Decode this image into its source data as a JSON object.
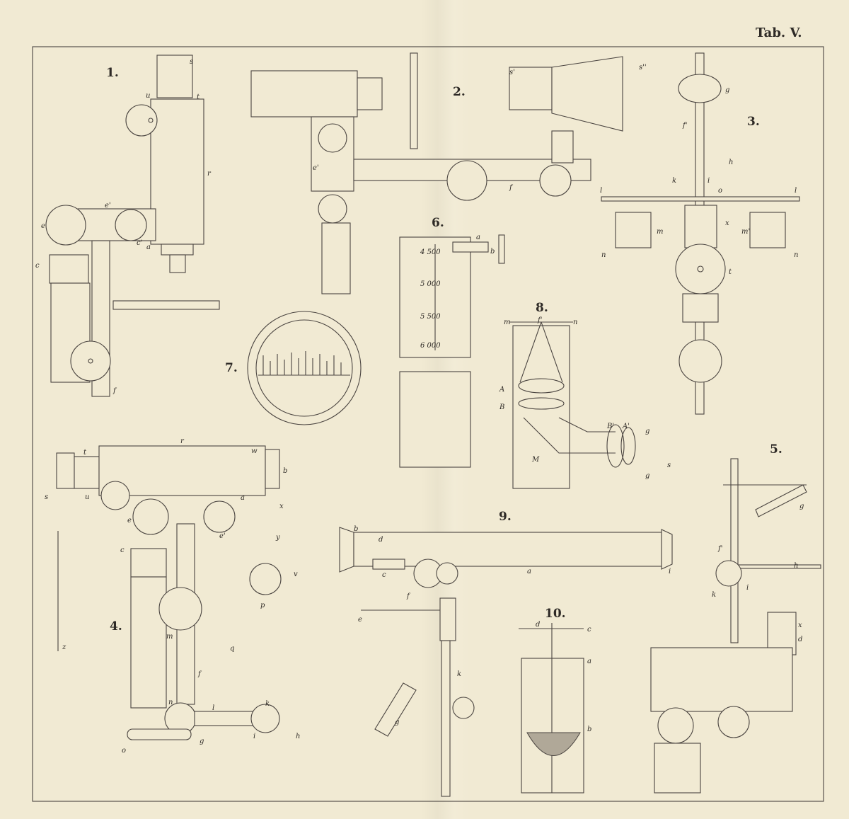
{
  "plate_title": "Tab. V.",
  "figures": [
    {
      "number": "1.",
      "labels": [
        "s",
        "u",
        "t",
        "r",
        "e",
        "e'",
        "c'",
        "a",
        "c",
        "f"
      ]
    },
    {
      "number": "2.",
      "labels": [
        "s'",
        "s''",
        "e'",
        "f"
      ]
    },
    {
      "number": "3.",
      "labels": [
        "g",
        "f'",
        "h",
        "k",
        "i",
        "o",
        "l",
        "l",
        "m",
        "m'",
        "x",
        "n",
        "n",
        "t"
      ]
    },
    {
      "number": "4.",
      "labels": [
        "t",
        "r",
        "w",
        "b",
        "s",
        "u",
        "a",
        "x",
        "e",
        "e'",
        "y",
        "c",
        "z",
        "v",
        "p",
        "q",
        "m",
        "f",
        "n",
        "l",
        "k",
        "i",
        "h",
        "g",
        "o"
      ]
    },
    {
      "number": "5.",
      "labels": [
        "g",
        "f'",
        "h",
        "k",
        "i",
        "x",
        "d"
      ]
    },
    {
      "number": "6.",
      "labels": [
        "a",
        "b"
      ],
      "scale": [
        "4 500",
        "5 000",
        "5 500",
        "6 000"
      ]
    },
    {
      "number": "7.",
      "labels": []
    },
    {
      "number": "8.",
      "labels": [
        "m",
        "f'",
        "n",
        "A",
        "B",
        "B'",
        "A'",
        "g",
        "g",
        "M",
        "s"
      ]
    },
    {
      "number": "9.",
      "labels": [
        "b",
        "d",
        "c",
        "a",
        "i",
        "f",
        "e",
        "k",
        "g"
      ]
    },
    {
      "number": "10.",
      "labels": [
        "d",
        "c",
        "a",
        "b"
      ]
    }
  ],
  "colors": {
    "paper": "#f1ead3",
    "ink": "#4a4440"
  }
}
